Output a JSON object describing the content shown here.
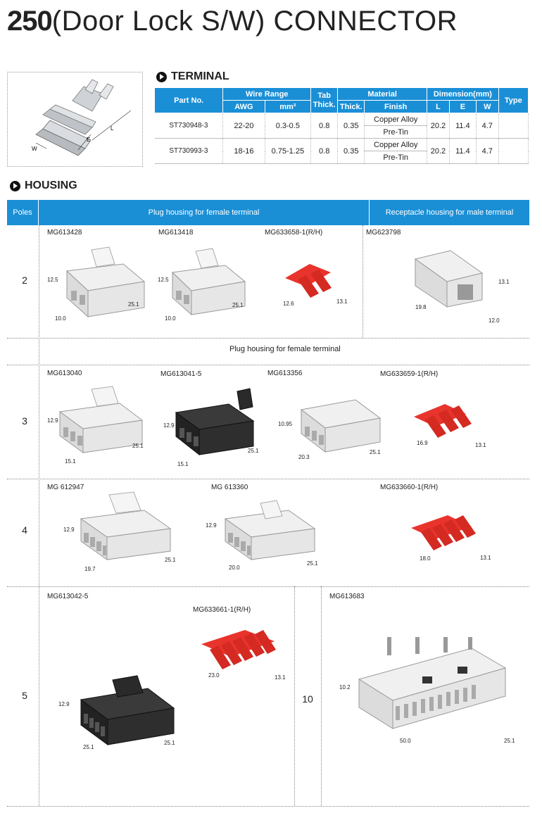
{
  "title": {
    "number": "250",
    "rest": "(Door Lock S/W) CONNECTOR"
  },
  "terminal": {
    "heading": "TERMINAL",
    "image_dims": {
      "w": "W",
      "e": "E",
      "l": "L"
    },
    "headers": {
      "part_no": "Part No.",
      "wire_range": "Wire Range",
      "awg": "AWG",
      "mm2": "mm²",
      "tab_thick": "Tab Thick.",
      "material": "Material",
      "thick": "Thick.",
      "finish": "Finish",
      "dimension": "Dimension(mm)",
      "l": "L",
      "e": "E",
      "w": "W",
      "type": "Type"
    },
    "rows": [
      {
        "part": "ST730948-3",
        "awg": "22-20",
        "mm2": "0.3-0.5",
        "tab": "0.8",
        "thick": "0.35",
        "finish1": "Copper Alloy",
        "finish2": "Pre-Tin",
        "l": "20.2",
        "e": "11.4",
        "w": "4.7"
      },
      {
        "part": "ST730993-3",
        "awg": "18-16",
        "mm2": "0.75-1.25",
        "tab": "0.8",
        "thick": "0.35",
        "finish1": "Copper Alloy",
        "finish2": "Pre-Tin",
        "l": "20.2",
        "e": "11.4",
        "w": "4.7"
      }
    ]
  },
  "housing": {
    "heading": "HOUSING",
    "col_poles": "Poles",
    "col_plug": "Plug housing for female terminal",
    "col_recept": "Receptacle housing for  male terminal",
    "mid_label": "Plug housing for female terminal",
    "poles": {
      "p2": "2",
      "p3": "3",
      "p4": "4",
      "p5": "5",
      "p10": "10"
    },
    "parts": {
      "mg613428": {
        "name": "MG613428",
        "dims": [
          "12.5",
          "10.0",
          "25.1"
        ]
      },
      "mg613418": {
        "name": "MG613418",
        "dims": [
          "12.5",
          "10.0",
          "25.1"
        ]
      },
      "mg633658": {
        "name": "MG633658-1(R/H)",
        "dims": [
          "12.6",
          "13.1"
        ]
      },
      "mg623798": {
        "name": "MG623798",
        "dims": [
          "13.1",
          "19.8",
          "12.0"
        ]
      },
      "mg613040": {
        "name": "MG613040",
        "dims": [
          "12.9",
          "15.1",
          "25.1"
        ]
      },
      "mg613041": {
        "name": "MG613041-5",
        "dims": [
          "12.9",
          "15.1",
          "25.1"
        ]
      },
      "mg613356": {
        "name": "MG613356",
        "dims": [
          "10.95",
          "20.3",
          "25.1"
        ]
      },
      "mg633659": {
        "name": "MG633659-1(R/H)",
        "dims": [
          "16.9",
          "13.1"
        ]
      },
      "mg612947": {
        "name": "MG 612947",
        "dims": [
          "12.9",
          "19.7",
          "25.1"
        ]
      },
      "mg613360": {
        "name": "MG 613360",
        "dims": [
          "12.9",
          "20.0",
          "25.1"
        ]
      },
      "mg633660": {
        "name": "MG633660-1(R/H)",
        "dims": [
          "18.0",
          "13.1"
        ]
      },
      "mg613042": {
        "name": "MG613042-5",
        "dims": [
          "12.9",
          "25.1",
          "25.1"
        ]
      },
      "mg633661": {
        "name": "MG633661-1(R/H)",
        "dims": [
          "23.0",
          "13.1"
        ]
      },
      "mg613683": {
        "name": "MG613683",
        "dims": [
          "10.2",
          "50.0",
          "25.1"
        ]
      }
    }
  },
  "colors": {
    "header_blue": "#1a8fd6",
    "housing_white": "#e6e6e6",
    "housing_black": "#2a2a2a",
    "retainer_red": "#e8342c"
  }
}
